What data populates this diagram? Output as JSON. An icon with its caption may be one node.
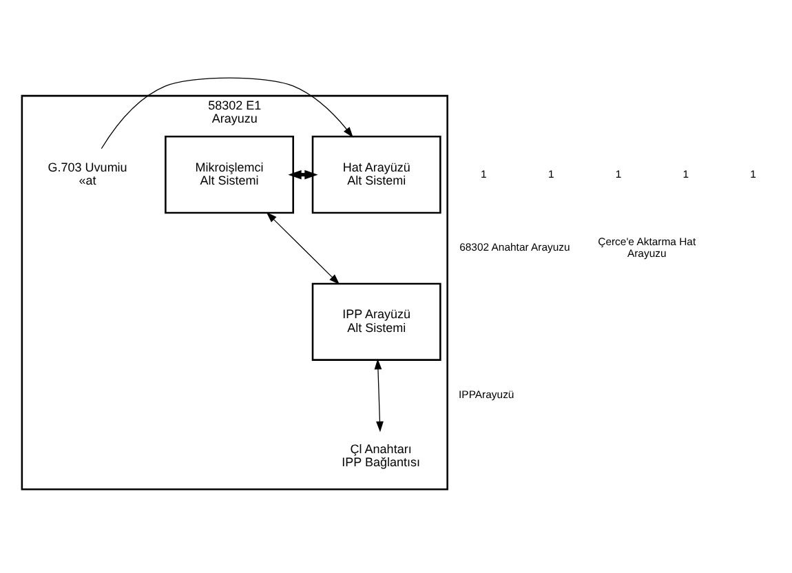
{
  "diagram": {
    "nodes": [
      {
        "text": [
          "58302 E1 Arayuzu"
        ]
      },
      {
        "text": [
          "Mikroişlemci Alt Sistemi"
        ],
        "in": 0
      },
      {
        "text": [
          "Hat Arayüzü Alt Sistemi"
        ],
        "in": 0
      },
      {
        "text": [
          "IPP Arayüzü Alt Sistemi"
        ],
        "in": 0
      },
      {
        "text": [
          "G.703 Uvumiu «at"
        ],
        "in": 0
      },
      {
        "text": [
          "Çl Anahtarı IPP Bağlantısı"
        ],
        "in": 0
      }
    ],
    "edges": [
      {
        "from": 1,
        "to": 2,
        "arrow": "both",
        "style": "thick"
      },
      {
        "from": 4,
        "to": 2,
        "arrow": "to"
      },
      {
        "from": 1,
        "to": 3,
        "arrow": "both"
      },
      {
        "from": 3,
        "to": 5,
        "arrow": "both"
      }
    ],
    "labels": [
      "1",
      "1",
      "1",
      "1",
      "1",
      "68302 Anahtar Arayuzu",
      "Çerce'e Aktarma Hat Arayuzu",
      "IPPArayuzü"
    ]
  }
}
